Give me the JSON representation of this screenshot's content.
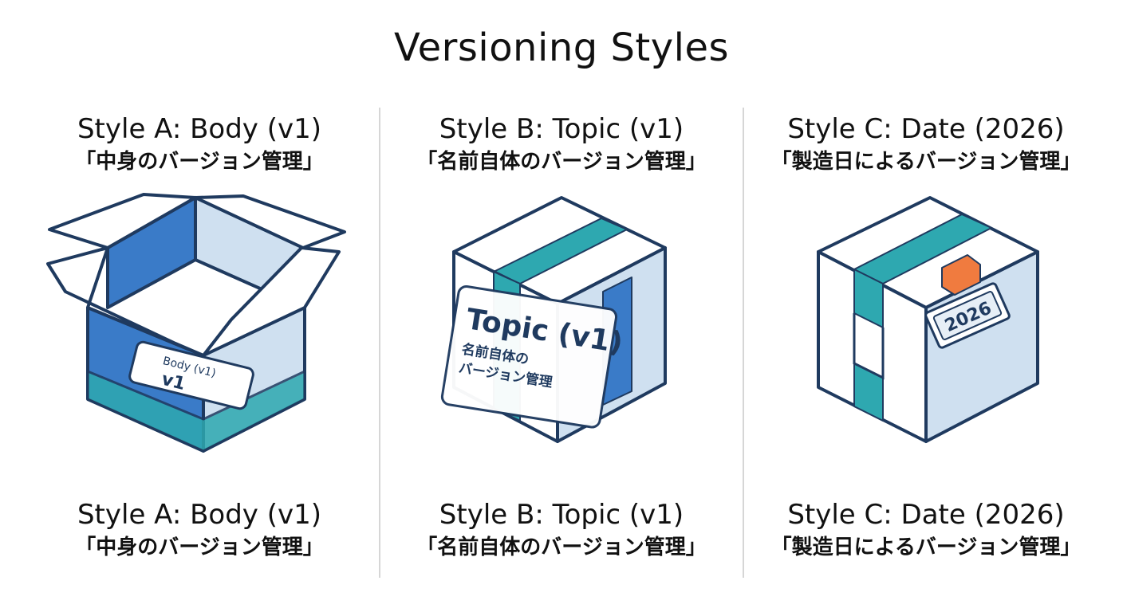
{
  "title": "Versioning Styles",
  "styles": [
    {
      "title": "Style A: Body (v1)",
      "subtitle": "「中身のバージョン管理」",
      "box_label_small": "Body (v1)",
      "box_label_large": "v1"
    },
    {
      "title": "Style B: Topic (v1)",
      "subtitle": "「名前自体のバージョン管理」",
      "box_label_large": "Topic (v1)",
      "box_label_line1": "名前自体の",
      "box_label_line2": "バージョン管理"
    },
    {
      "title": "Style C: Date (2026)",
      "subtitle": "「製造日によるバージョン管理」",
      "box_label_large": "2026"
    }
  ],
  "colors": {
    "outline": "#1f3a5f",
    "blue_dark": "#3a7bc8",
    "blue_light": "#cfe0f0",
    "teal": "#2ea8b0",
    "teal_light": "#56c3c4",
    "orange": "#f07b3f"
  }
}
